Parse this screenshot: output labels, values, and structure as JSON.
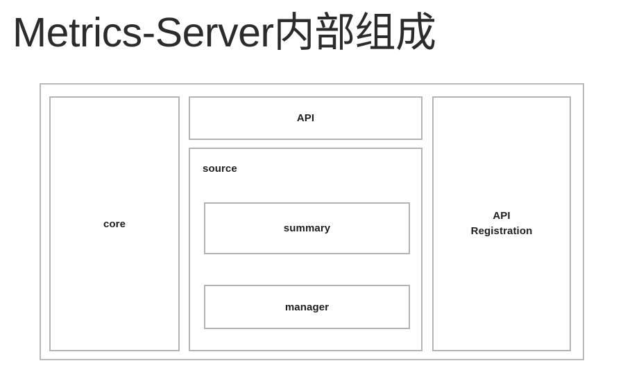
{
  "title": "Metrics-Server内部组成",
  "diagram": {
    "type": "block-diagram",
    "outer_container_label": "",
    "blocks": {
      "core": "core",
      "api": "API",
      "source": "source",
      "summary": "summary",
      "manager": "manager",
      "api_registration": "API\nRegistration",
      "api_registration_line1": "API",
      "api_registration_line2": "Registration"
    }
  },
  "colors": {
    "border": "#b3b3b3",
    "outer_border": "#b9b9b9",
    "text": "#1e1e1e",
    "title_text": "#2b2b2b",
    "background": "#ffffff"
  }
}
